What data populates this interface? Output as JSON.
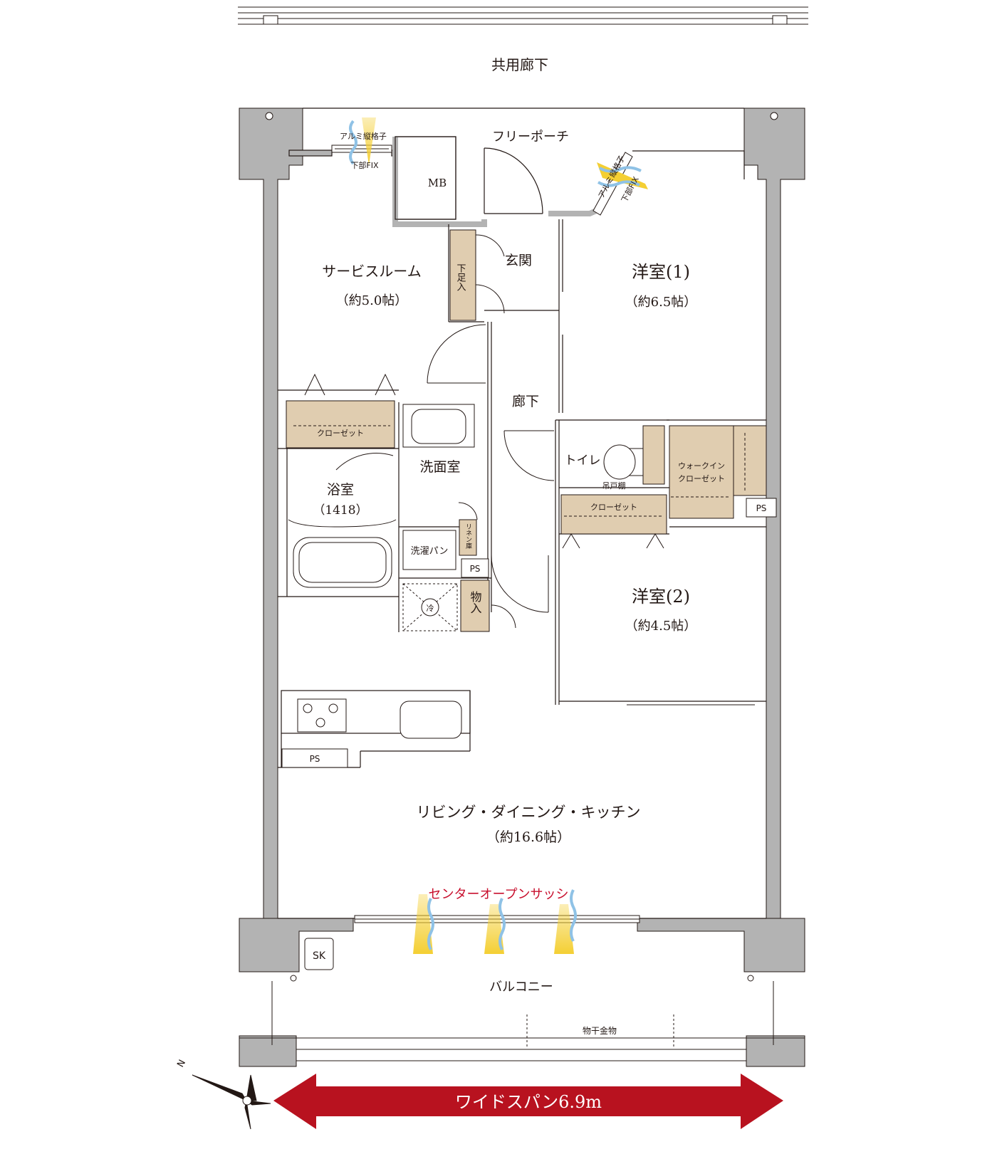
{
  "top_label": "共用廊下",
  "rooms": {
    "free_porch": "フリーポーチ",
    "mb": "MB",
    "service_room_name": "サービスルーム",
    "service_room_size": "（約5.0帖）",
    "entrance": "玄関",
    "shoe_box": "下足入",
    "western1_name": "洋室(1)",
    "western1_size": "（約6.5帖）",
    "corridor": "廊下",
    "closet1": "クローゼット",
    "washroom": "洗面室",
    "toilet": "トイレ",
    "hanging_shelf": "吊戸棚",
    "walkin_line1": "ウォークイン",
    "walkin_line2": "クローゼット",
    "bath_name": "浴室",
    "bath_size": "（1418）",
    "closet2": "クローゼット",
    "linen": "リネン庫",
    "laundry_pan": "洗濯パン",
    "ps1": "PS",
    "ps2": "PS",
    "ps3": "PS",
    "fridge": "冷",
    "storage": "物入",
    "western2_name": "洋室(2)",
    "western2_size": "（約4.5帖）",
    "ldk_name": "リビング・ダイニング・キッチン",
    "ldk_size": "（約16.6帖）",
    "sk": "SK",
    "balcony": "バルコニー",
    "drying_hardware": "物干金物"
  },
  "window_notes": {
    "left_line1": "アルミ縦格子",
    "left_line2": "下部FIX",
    "right_line1": "アルミ縦格子",
    "right_line2": "下部FIX"
  },
  "sash_label": "センターオープンサッシ",
  "compass_label": "N",
  "span_label": "ワイドスパン6.9m",
  "colors": {
    "wall": "#b3b3b3",
    "line": "#231815",
    "storage_fill": "#e0cdb0",
    "sash_red": "#c8102e",
    "arrow_red": "#b8121f",
    "sun_yellow": "#f4cf33",
    "wind_blue": "#8fc2e6"
  }
}
